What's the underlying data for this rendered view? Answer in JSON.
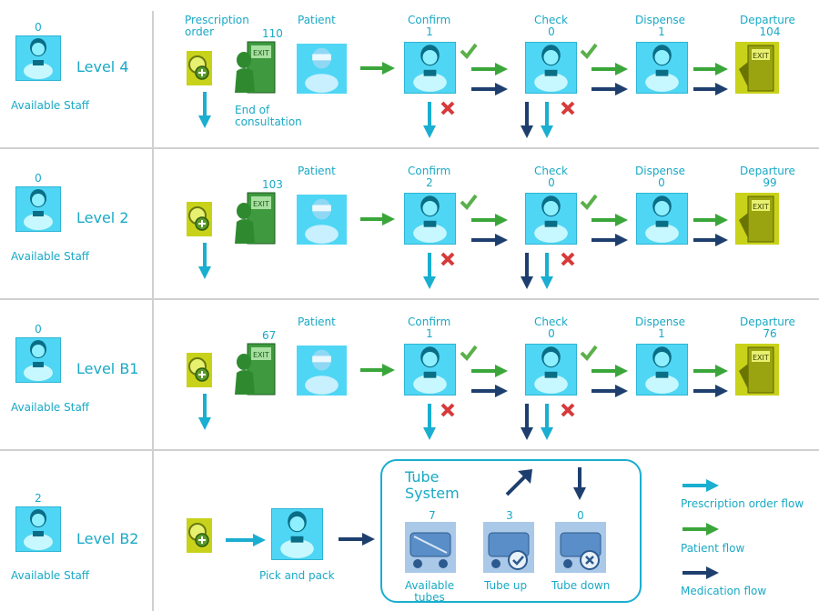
{
  "levels": [
    {
      "name": "Level 4",
      "staff_count": "0",
      "staff_label": "Available Staff",
      "prescription_label": "Prescription order",
      "eoc_count": "110",
      "eoc_label": "End of consultation",
      "patient_label": "Patient",
      "confirm_label": "Confirm",
      "confirm_count": "1",
      "check_label": "Check",
      "check_count": "0",
      "dispense_label": "Dispense",
      "dispense_count": "1",
      "departure_label": "Departure",
      "departure_count": "104"
    },
    {
      "name": "Level 2",
      "staff_count": "0",
      "staff_label": "Available Staff",
      "eoc_count": "103",
      "patient_label": "Patient",
      "confirm_label": "Confirm",
      "confirm_count": "2",
      "check_label": "Check",
      "check_count": "0",
      "dispense_label": "Dispense",
      "dispense_count": "0",
      "departure_label": "Departure",
      "departure_count": "99"
    },
    {
      "name": "Level B1",
      "staff_count": "0",
      "staff_label": "Available Staff",
      "eoc_count": "67",
      "patient_label": "Patient",
      "confirm_label": "Confirm",
      "confirm_count": "1",
      "check_label": "Check",
      "check_count": "0",
      "dispense_label": "Dispense",
      "dispense_count": "1",
      "departure_label": "Departure",
      "departure_count": "76"
    },
    {
      "name": "Level B2",
      "staff_count": "2",
      "staff_label": "Available Staff",
      "pick_label": "Pick and pack"
    }
  ],
  "tube_system": {
    "title_line1": "Tube",
    "title_line2": "System",
    "available_count": "7",
    "available_label_1": "Available",
    "available_label_2": "tubes",
    "up_count": "3",
    "up_label": "Tube up",
    "down_count": "0",
    "down_label": "Tube down"
  },
  "legend": {
    "prescription": "Prescription order flow",
    "patient": "Patient flow",
    "medication": "Medication flow"
  },
  "colors": {
    "prescription_flow": "#1aaed0",
    "patient_flow": "#3aa63a",
    "medication_flow": "#1e3f6e",
    "staff_tile": "#4fd6f4",
    "departure_tile": "#c8d21a",
    "cross": "#d83a3a",
    "check": "#5ab04a"
  }
}
